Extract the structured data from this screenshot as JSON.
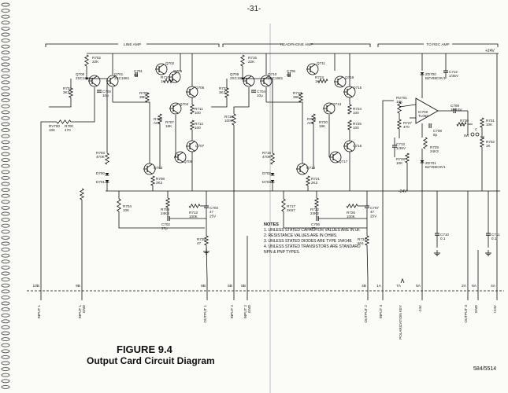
{
  "page_number": "-31-",
  "figure": {
    "title": "FIGURE 9.4",
    "caption": "Output Card Circuit Diagram"
  },
  "doc_code": "584/5514",
  "sections": [
    "LINE AMP",
    "HEADPHONE AMP",
    "TO REC AMP"
  ],
  "supply": {
    "pos": "+24V",
    "neg": "-24V"
  },
  "notes": {
    "title": "NOTES",
    "items": [
      "1.  UNLESS STATED CAPACITOR VALUES ARE IN uF.",
      "2.  RESISTANCE VALUES ARE IN OHMS.",
      "3.  UNLESS STATED DIODES ARE TYPE 1N4148.",
      "4.  UNLESS STATED TRANSISTORS ARE STANDARD",
      "     NPN & PNP TYPES."
    ]
  },
  "components": {
    "line_amp": [
      "R702\n22K",
      "R701\n3K3",
      "Q700\n2SC1681",
      "Q701\n2SC1681",
      "C700\n10μ",
      "C701\n5p",
      "Q702",
      "R710\n1K",
      "Q705",
      "Q706",
      "R705\n39K",
      "R706\nA01",
      "R707\n18K",
      "Q704",
      "R711\n100",
      "R712\n100",
      "Q707",
      "R703\n470K",
      "D700",
      "D701",
      "Q703",
      "Q708",
      "R708\n2K2",
      "R700\n470",
      "RV700\n10K",
      "R704\n10K",
      "R709\n24K3",
      "C702\n27p",
      "R713\n100K",
      "C703\n47\n25V",
      "R735\n47"
    ],
    "headphone_amp": [
      "R715\n22K",
      "R733\n3K3",
      "Q709\n2SC1681",
      "Q710\n2SC1681",
      "C704\n10μ",
      "C705\n5p",
      "R723\n1K",
      "Q711",
      "Q718",
      "Q715",
      "R718\n39K",
      "R719\nA01",
      "R720\n18K",
      "Q713",
      "R724\n100",
      "R725\n100",
      "Q716",
      "R716\n100K",
      "R716\n470K",
      "D702",
      "D703",
      "Q712",
      "Q717",
      "R721\n2K2",
      "R717\n2K67",
      "R722\n24K3",
      "C706\n27p",
      "R726\n100K",
      "C707\n47\n25V",
      "R734\n604"
    ],
    "rec_amp": [
      "ZD700\nBZY88C9V1",
      "C712\n1/35V",
      "RV701\n10K",
      "R727\n470",
      "IC700\nTL060",
      "C708\n5p",
      "C709\n10/16V",
      "R730\n47",
      "R731\n10K",
      "R732\n1K",
      "C713\n1/35V",
      "R728\n10K",
      "R729\n24K3",
      "ZD701\nBZY88C9V1",
      "C710\n0.1",
      "C711\n0.1",
      "5W",
      "5X",
      "C"
    ]
  },
  "connector_pins": [
    {
      "pin": "10B",
      "label": "INPUT 1"
    },
    {
      "pin": "9B",
      "label": "INPUT 1\nGND"
    },
    {
      "pin": "8B",
      "label": "OUTPUT 1"
    },
    {
      "pin": "6B",
      "label": "INPUT 2"
    },
    {
      "pin": "5B",
      "label": "INPUT 2\nGND"
    },
    {
      "pin": "4B",
      "label": "OUTPUT 2"
    },
    {
      "pin": "1A",
      "label": "INPUT 3"
    },
    {
      "pin": "7A",
      "label": "POLARIZATION KEY"
    },
    {
      "pin": "5A",
      "label": "-24V"
    },
    {
      "pin": "2A",
      "label": "OUTPUT 3"
    },
    {
      "pin": "6A",
      "label": "GND"
    },
    {
      "pin": "4A",
      "label": "+24V"
    }
  ]
}
